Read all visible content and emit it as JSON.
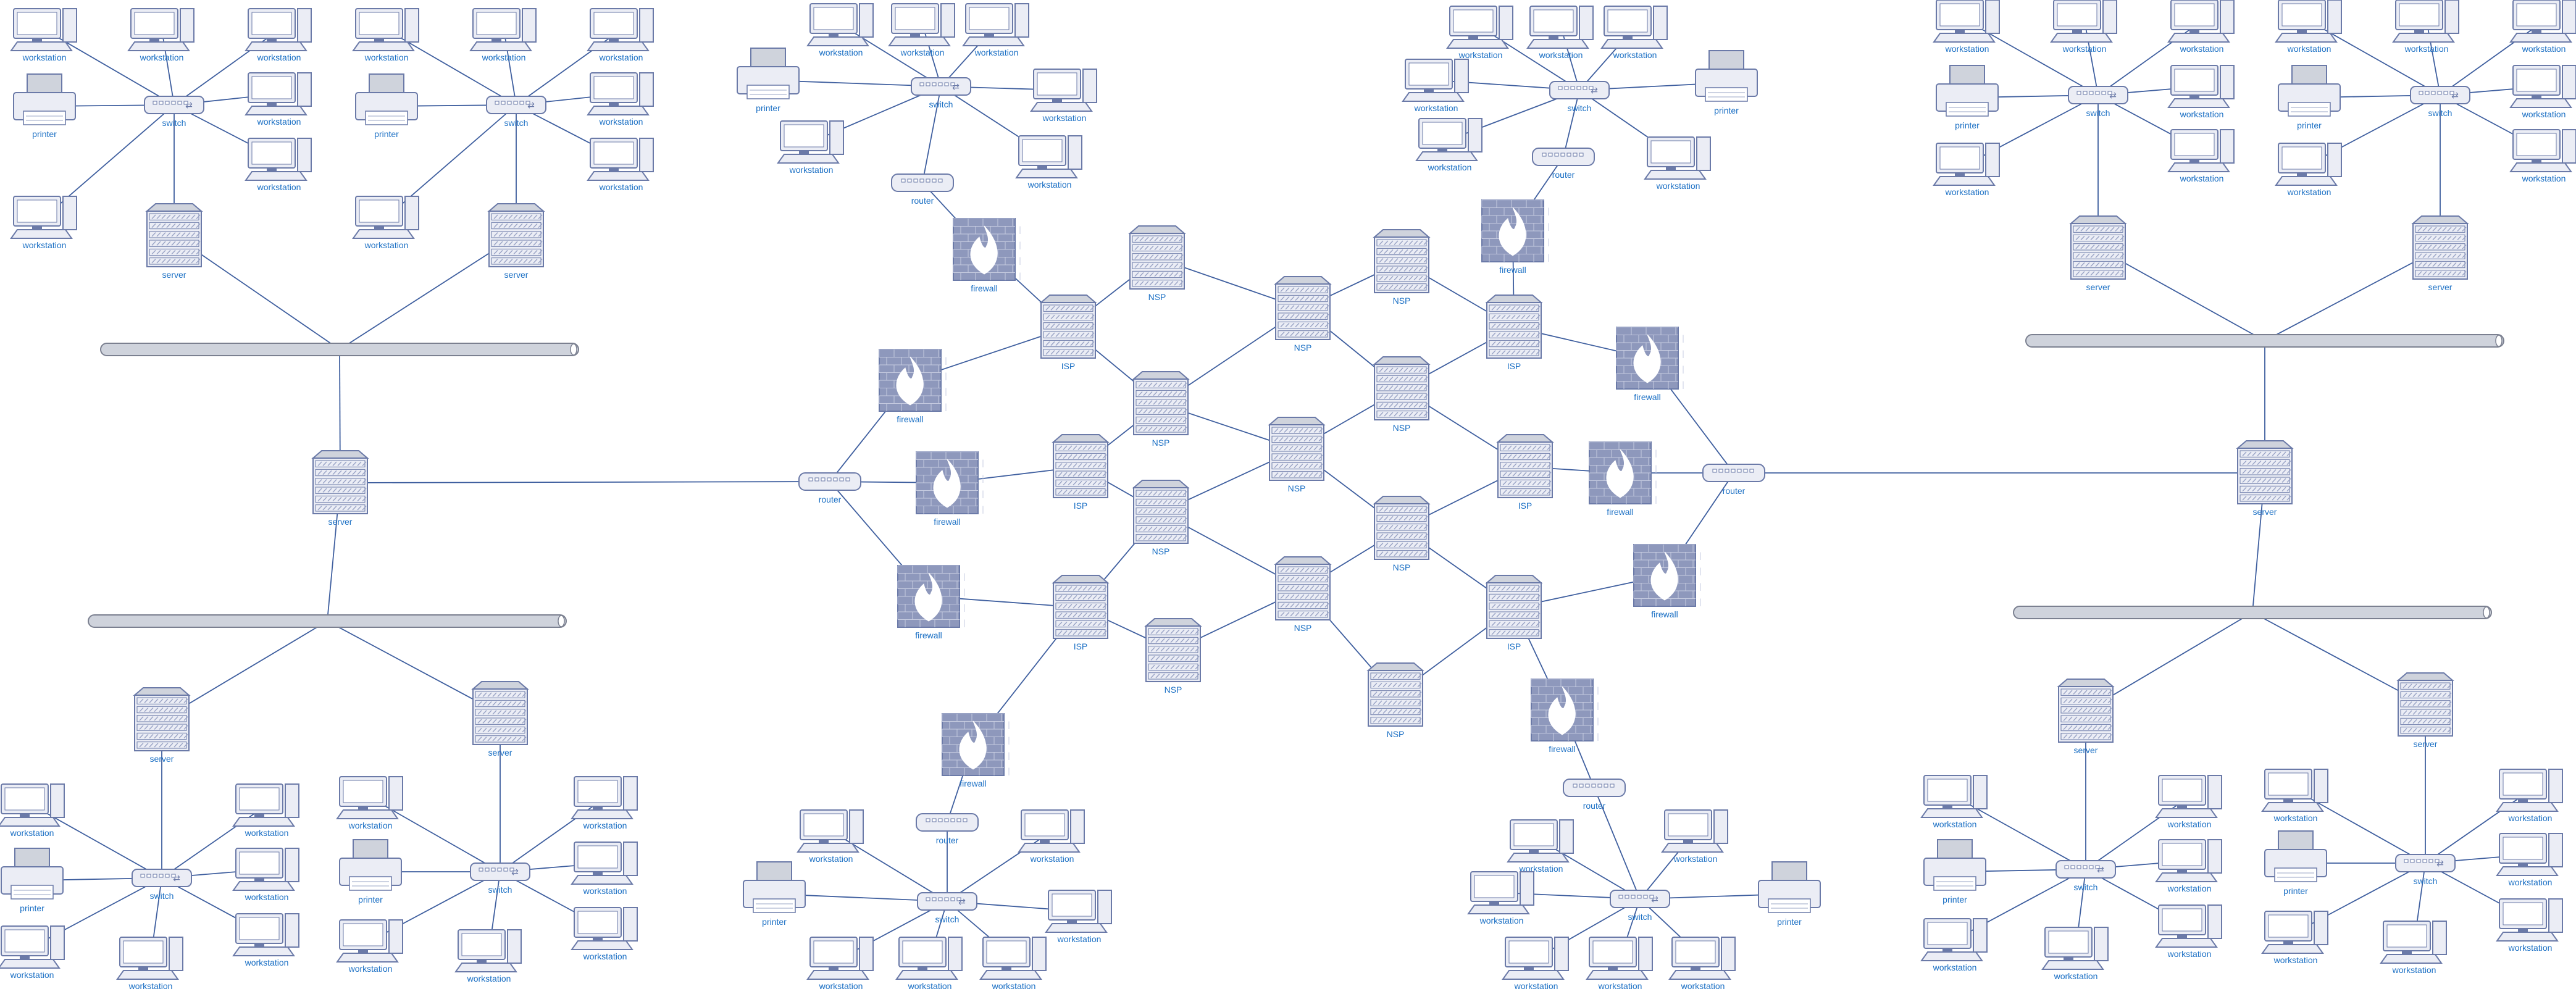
{
  "diagram": {
    "type": "network-diagram",
    "colors": {
      "line": "#3f5f9f",
      "device_fill": "#ebedf5",
      "device_stroke": "#6b7aa8",
      "stripe": "#9aa4c6",
      "bus_fill": "#cfd3dc",
      "bus_stroke": "#7b8090",
      "label": "#1a6fc4"
    },
    "labels": {
      "workstation": "workstation",
      "printer": "printer",
      "switch": "switch",
      "server": "server",
      "router": "router",
      "firewall": "firewall",
      "isp": "ISP",
      "nsp": "NSP"
    },
    "device_icons": {
      "workstation": "workstation-icon",
      "printer": "printer-icon",
      "switch": "switch-icon",
      "server": "server-icon",
      "router": "router-icon",
      "firewall": "firewall-icon",
      "isp": "isp-server-icon",
      "nsp": "nsp-server-icon",
      "bus": "bus-icon"
    }
  }
}
